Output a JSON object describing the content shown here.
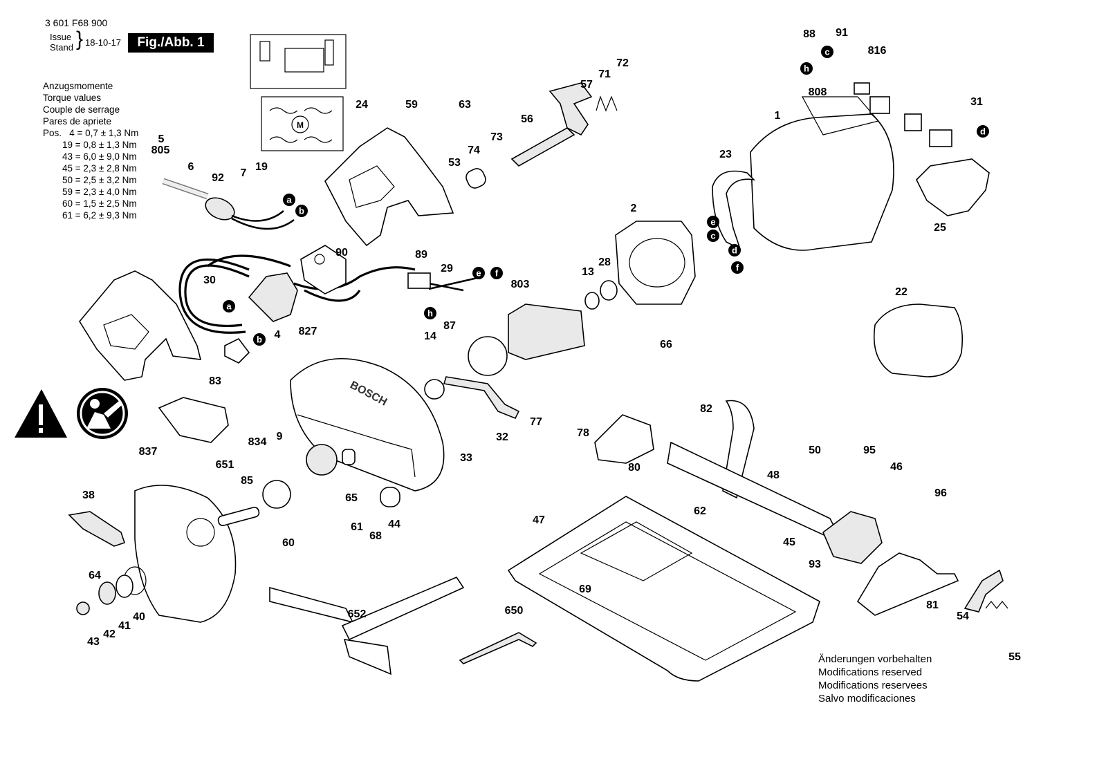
{
  "header": {
    "part_number": "3 601 F68 900",
    "issue_label": "Issue",
    "stand_label": "Stand",
    "date": "18-10-17",
    "figure_label": "Fig./Abb. 1"
  },
  "torque": {
    "lines": [
      "Anzugsmomente",
      "Torque values",
      "Couple de serrage",
      "Pares de apriete"
    ],
    "pos_label": "Pos.",
    "rows": [
      "4 = 0,7 ± 1,3 Nm",
      "19 = 0,8 ± 1,3 Nm",
      "43 = 6,0 ± 9,0 Nm",
      "45 = 2,3 ± 2,8 Nm",
      "50 = 2,5 ± 3,2 Nm",
      "59 = 2,3 ± 4,0 Nm",
      "60 = 1,5 ± 2,5 Nm",
      "61 = 6,2 ± 9,3 Nm"
    ]
  },
  "notes": [
    "Änderungen vorbehalten",
    "Modifications reserved",
    "Modifications reservees",
    "Salvo modificaciones"
  ],
  "diagram": {
    "callouts": [
      "5",
      "805",
      "6",
      "92",
      "7",
      "19",
      "24",
      "59",
      "63",
      "74",
      "53",
      "73",
      "56",
      "57",
      "71",
      "72",
      "88",
      "91",
      "816",
      "808",
      "1",
      "23",
      "2",
      "28",
      "13",
      "803",
      "30",
      "90",
      "89",
      "29",
      "4",
      "83",
      "827",
      "87",
      "14",
      "33",
      "32",
      "77",
      "651",
      "9",
      "834",
      "85",
      "65",
      "44",
      "68",
      "61",
      "60",
      "837",
      "38",
      "64",
      "43",
      "42",
      "41",
      "40",
      "652",
      "650",
      "47",
      "69",
      "78",
      "80",
      "82",
      "62",
      "48",
      "50",
      "95",
      "46",
      "96",
      "45",
      "93",
      "81",
      "54",
      "55",
      "31",
      "25",
      "22",
      "66"
    ],
    "connector_letters": [
      "a",
      "b",
      "c",
      "d",
      "e",
      "f",
      "h"
    ],
    "brand_text": "BOSCH",
    "motor_symbol": "M"
  }
}
